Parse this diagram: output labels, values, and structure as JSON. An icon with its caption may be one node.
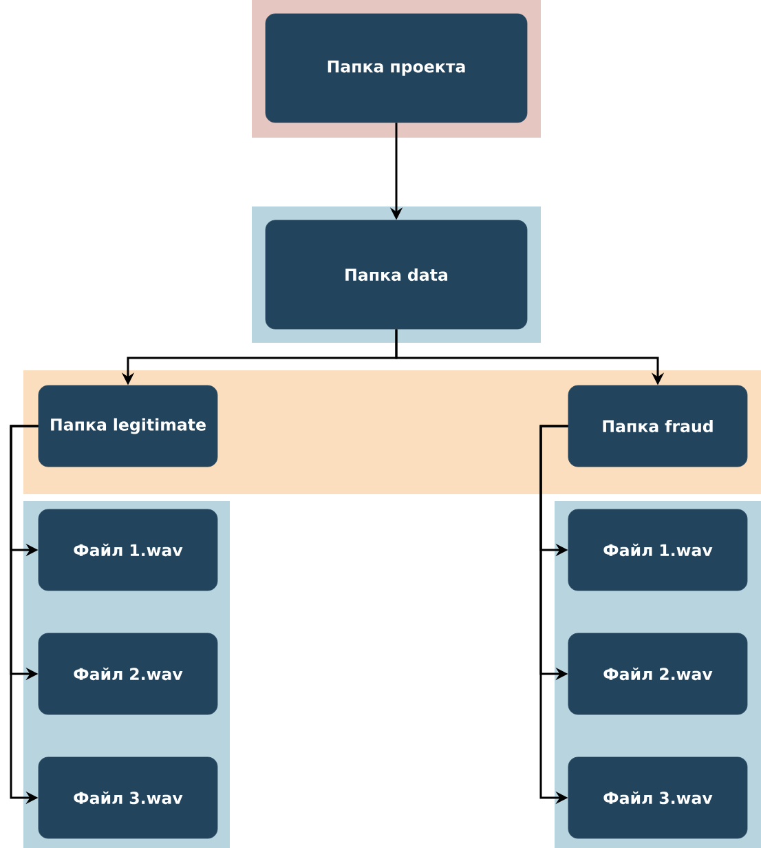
{
  "diagram": {
    "nodes": [
      {
        "text": [],
        "shape": "box"
      },
      {
        "text": [
          "Папка проекта"
        ],
        "in": 0
      },
      {
        "text": [],
        "shape": "box"
      },
      {
        "text": [
          "Папка data"
        ],
        "in": 2
      },
      {
        "text": [],
        "shape": "box"
      },
      {
        "text": [
          "Папка legitimate"
        ],
        "in": 4
      },
      {
        "text": [
          "Папка fraud"
        ],
        "in": 4
      },
      {
        "text": [],
        "shape": "box"
      },
      {
        "text": [
          "Файл 1.wav"
        ],
        "in": 7
      },
      {
        "text": [
          "Файл 2.wav"
        ],
        "in": 7
      },
      {
        "text": [
          "Файл 3.wav"
        ],
        "in": 7
      },
      {
        "text": [],
        "shape": "box"
      },
      {
        "text": [
          "Файл 1.wav"
        ],
        "in": 11
      },
      {
        "text": [
          "Файл 2.wav"
        ],
        "in": 11
      },
      {
        "text": [
          "Файл 3.wav"
        ],
        "in": 11
      }
    ],
    "edges": [
      {
        "from": 1,
        "to": 3,
        "arrow": "to"
      },
      {
        "from": 3,
        "to": 5,
        "arrow": "to"
      },
      {
        "from": 3,
        "to": 6,
        "arrow": "to"
      },
      {
        "from": 5,
        "to": 8,
        "arrow": "to"
      },
      {
        "from": 5,
        "to": 9,
        "arrow": "to"
      },
      {
        "from": 5,
        "to": 10,
        "arrow": "to"
      },
      {
        "from": 6,
        "to": 12,
        "arrow": "to"
      },
      {
        "from": 6,
        "to": 13,
        "arrow": "to"
      },
      {
        "from": 6,
        "to": 14,
        "arrow": "to"
      }
    ]
  }
}
